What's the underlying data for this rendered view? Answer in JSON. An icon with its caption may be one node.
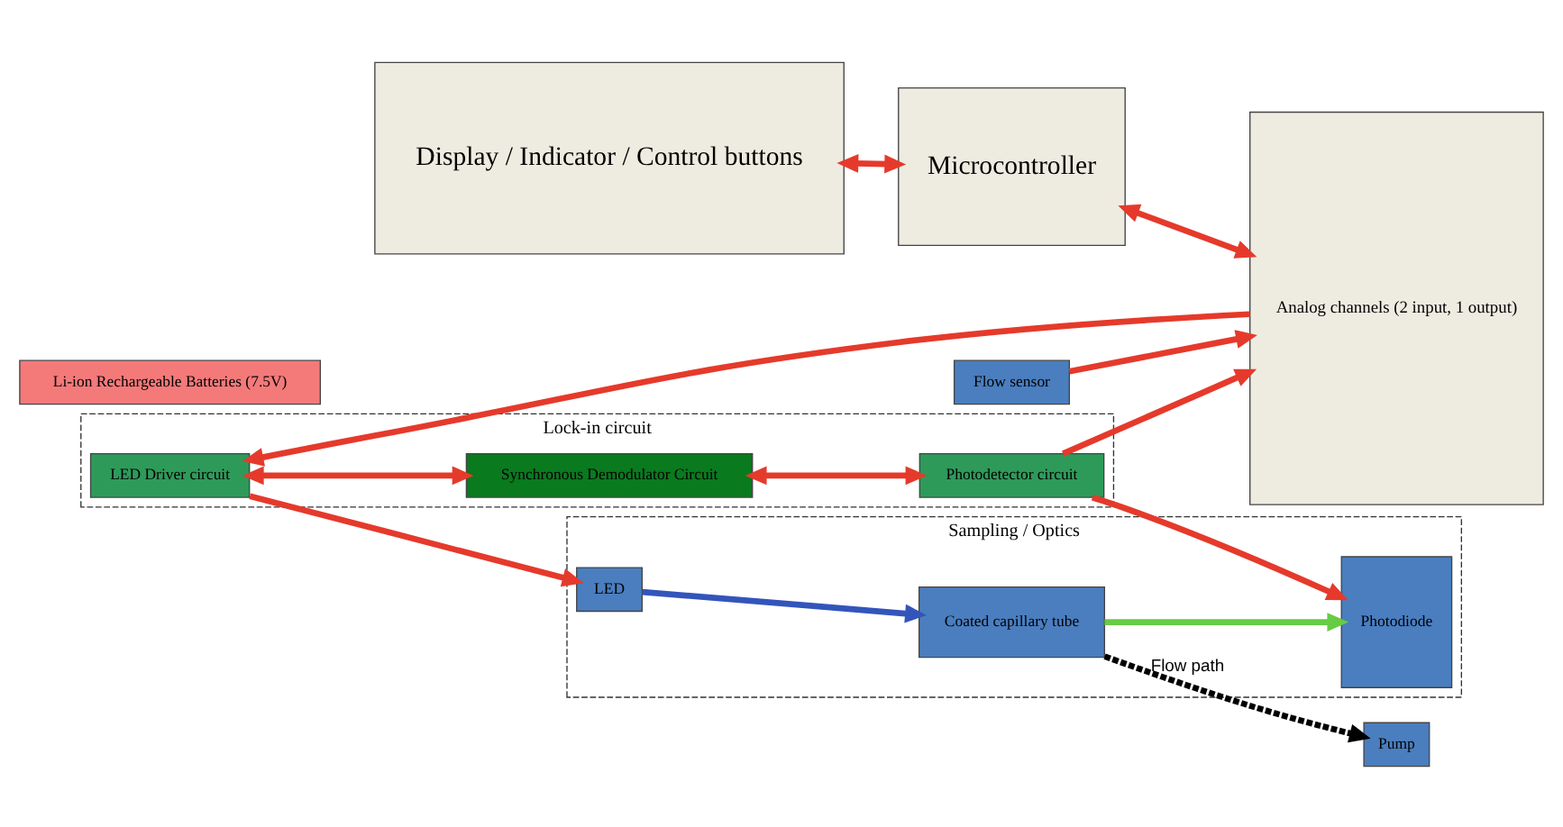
{
  "diagram": {
    "nodes": [
      {
        "text": [
          "Display / Indicator / Control buttons"
        ]
      },
      {
        "text": [
          "Microcontroller"
        ]
      },
      {
        "text": [
          "Analog channels (2 input, 1 output)"
        ]
      },
      {
        "text": [
          "Lock-in circuit"
        ]
      },
      {
        "text": [
          "LED Driver circuit"
        ],
        "in": 3
      },
      {
        "text": [
          "Synchronous Demodulator Circuit"
        ],
        "in": 3
      },
      {
        "text": [
          "Photodetector circuit"
        ],
        "in": 3
      },
      {
        "text": [
          "Sampling / Optics"
        ]
      },
      {
        "text": [
          "LED"
        ],
        "in": 7
      },
      {
        "text": [
          "Photodiode"
        ],
        "in": 7
      },
      {
        "text": [
          "Coated capillary tube"
        ],
        "in": 7
      },
      {
        "text": [
          "Pump"
        ]
      },
      {
        "text": [
          "Flow sensor"
        ]
      },
      {
        "text": [
          "Li-ion Rechargeable Batteries (7.5V)"
        ]
      }
    ],
    "edges": [
      {
        "from": 0,
        "to": 1,
        "arrow": "both"
      },
      {
        "from": 1,
        "to": 2,
        "arrow": "both"
      },
      {
        "from": 2,
        "to": 4,
        "arrow": "to"
      },
      {
        "from": 4,
        "to": 5,
        "arrow": "both"
      },
      {
        "from": 5,
        "to": 6,
        "arrow": "both"
      },
      {
        "from": 6,
        "to": 2,
        "arrow": "to"
      },
      {
        "from": 4,
        "to": 8,
        "arrow": "to"
      },
      {
        "from": 6,
        "to": 9,
        "arrow": "to"
      },
      {
        "from": 8,
        "to": 10,
        "arrow": "to",
        "color": "#3355bb"
      },
      {
        "from": 10,
        "to": 9,
        "arrow": "to",
        "color": "#66cc44"
      },
      {
        "from": 10,
        "to": 11,
        "arrow": "to",
        "style": "dashed",
        "color": "#000000",
        "label": "Flow path"
      },
      {
        "from": 12,
        "to": 2,
        "arrow": "to"
      }
    ]
  }
}
